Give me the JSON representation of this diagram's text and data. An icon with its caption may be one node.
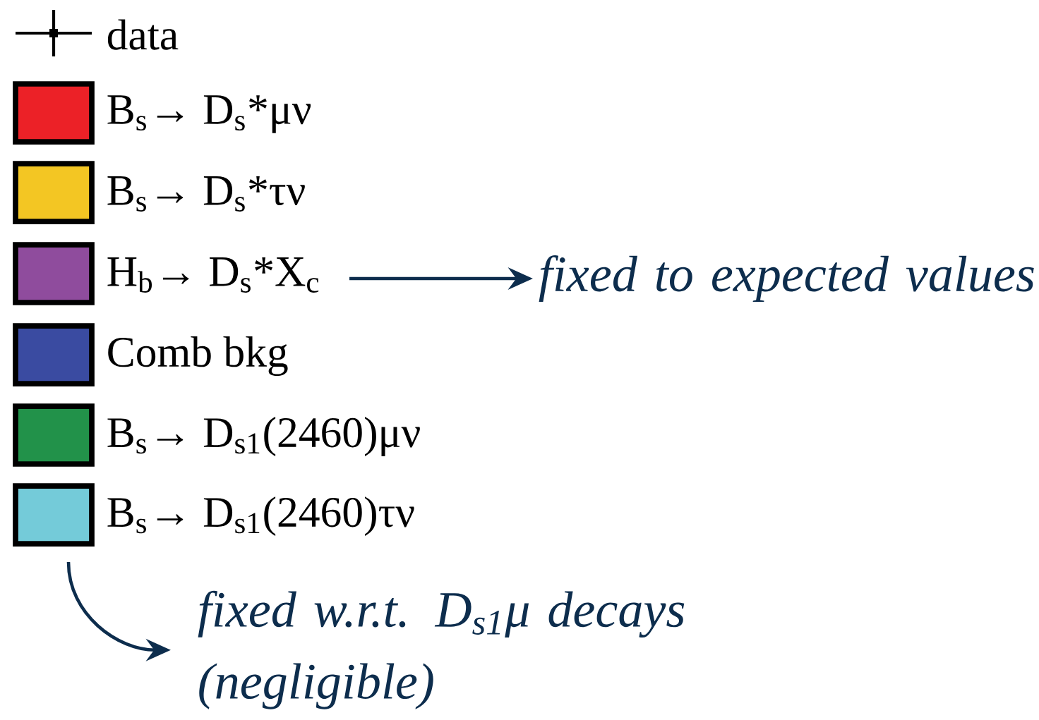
{
  "diagram": {
    "nodes": [
      {
        "text": [
          "fixed to expected values"
        ]
      },
      {
        "text": [
          "fixed w.r.t. D$_{s1}$μ decays (negligible)"
        ]
      }
    ],
    "edges": [
      {
        "from": null,
        "to": 0,
        "arrow": "to"
      },
      {
        "from": null,
        "to": 1,
        "arrow": "to"
      }
    ],
    "legend": [
      {
        "text": "data"
      },
      {
        "text": "B$_{s}$→ D$_{s}$*μν",
        "color": "#ec2127"
      },
      {
        "text": "B$_{s}$→ D$_{s}$*τν",
        "color": "#f3c623"
      },
      {
        "text": "H$_{b}$→ D$_{s}$*X$_{c}$",
        "color": "#8f4c9d"
      },
      {
        "text": "Comb bkg",
        "color": "#3a4ba1"
      },
      {
        "text": "B$_{s}$→ D$_{s1}$(2460)μν",
        "color": "#22924a"
      },
      {
        "text": "B$_{s}$→ D$_{s1}$(2460)τν",
        "color": "#74cbd9"
      }
    ]
  }
}
